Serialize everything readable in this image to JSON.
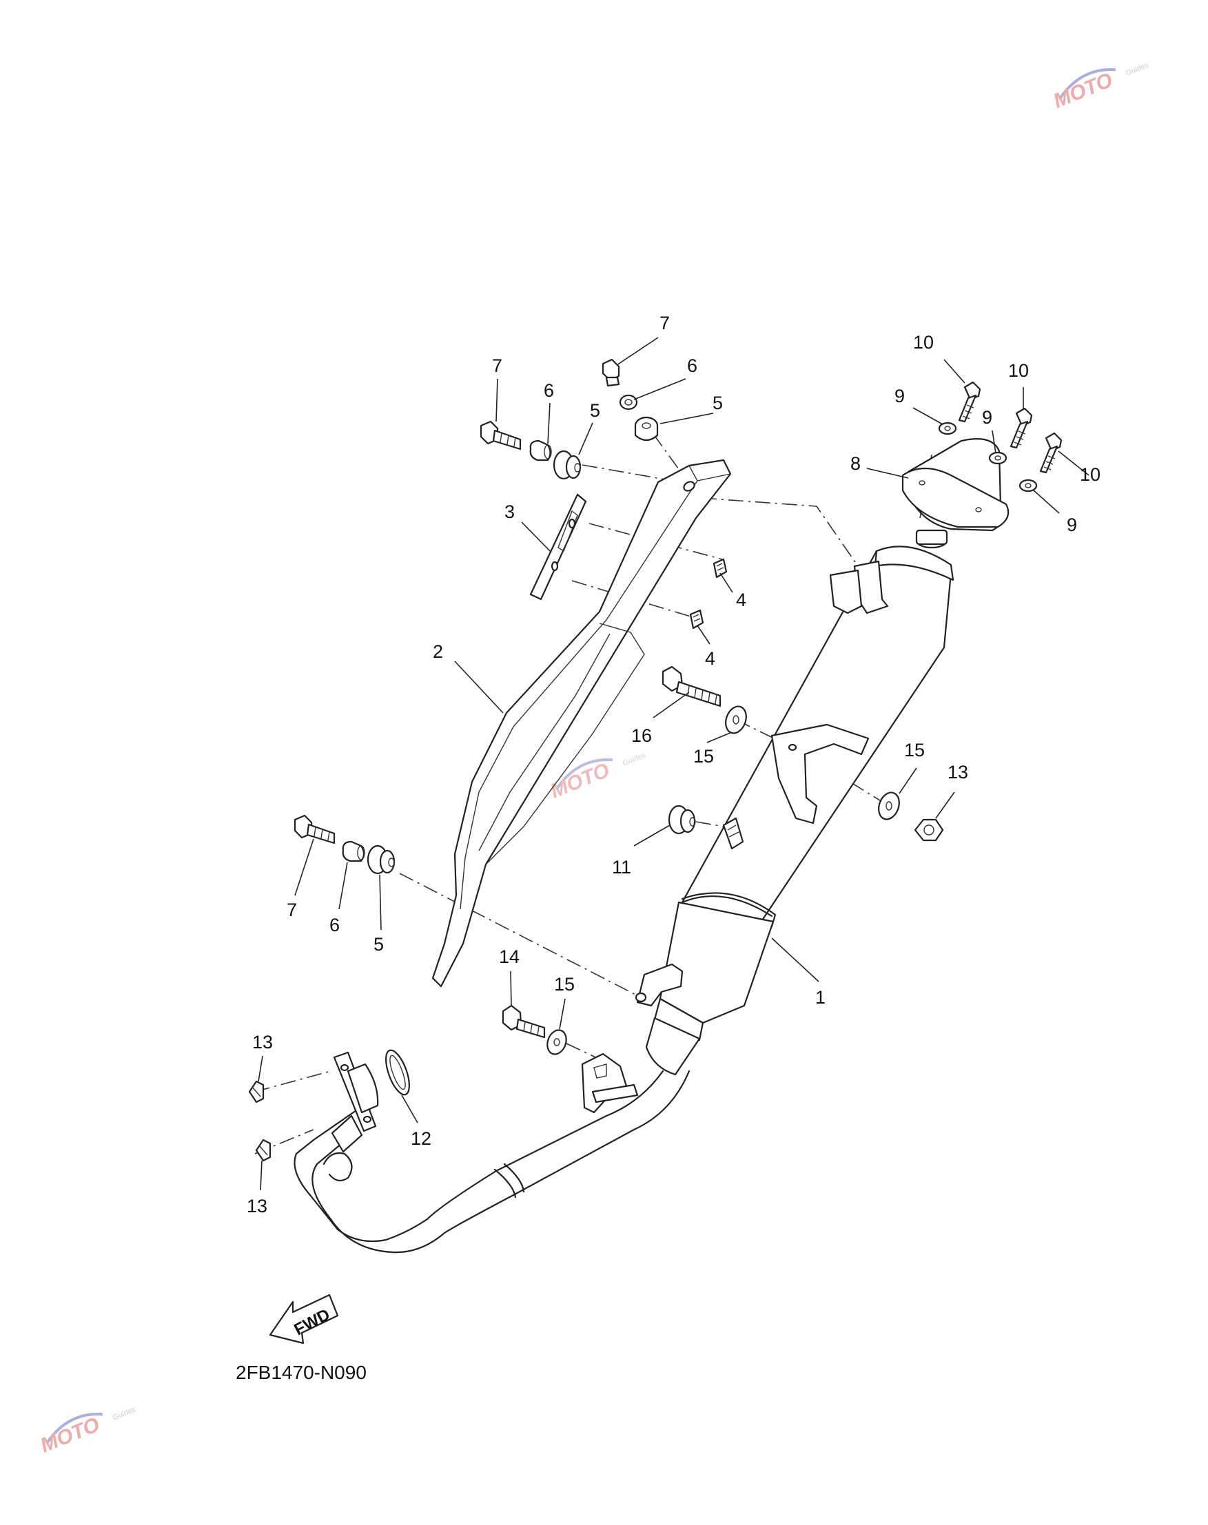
{
  "diagram": {
    "part_code": "2FB1470-N090",
    "direction_label": "FWD",
    "watermark": {
      "logo_text": "MOTO",
      "tag_text": "Guides"
    },
    "callouts": [
      {
        "id": "c-7a",
        "text": "7"
      },
      {
        "id": "c-6a",
        "text": "6"
      },
      {
        "id": "c-5a",
        "text": "5"
      },
      {
        "id": "c-7b",
        "text": "7"
      },
      {
        "id": "c-6b",
        "text": "6"
      },
      {
        "id": "c-5b",
        "text": "5"
      },
      {
        "id": "c-3",
        "text": "3"
      },
      {
        "id": "c-4a",
        "text": "4"
      },
      {
        "id": "c-4b",
        "text": "4"
      },
      {
        "id": "c-2",
        "text": "2"
      },
      {
        "id": "c-10a",
        "text": "10"
      },
      {
        "id": "c-10b",
        "text": "10"
      },
      {
        "id": "c-10c",
        "text": "10"
      },
      {
        "id": "c-9a",
        "text": "9"
      },
      {
        "id": "c-9b",
        "text": "9"
      },
      {
        "id": "c-9c",
        "text": "9"
      },
      {
        "id": "c-8",
        "text": "8"
      },
      {
        "id": "c-16",
        "text": "16"
      },
      {
        "id": "c-15a",
        "text": "15"
      },
      {
        "id": "c-15b",
        "text": "15"
      },
      {
        "id": "c-13a",
        "text": "13"
      },
      {
        "id": "c-11",
        "text": "11"
      },
      {
        "id": "c-7c",
        "text": "7"
      },
      {
        "id": "c-6c",
        "text": "6"
      },
      {
        "id": "c-5c",
        "text": "5"
      },
      {
        "id": "c-1",
        "text": "1"
      },
      {
        "id": "c-14",
        "text": "14"
      },
      {
        "id": "c-15c",
        "text": "15"
      },
      {
        "id": "c-13b",
        "text": "13"
      },
      {
        "id": "c-12",
        "text": "12"
      },
      {
        "id": "c-13c",
        "text": "13"
      }
    ]
  }
}
